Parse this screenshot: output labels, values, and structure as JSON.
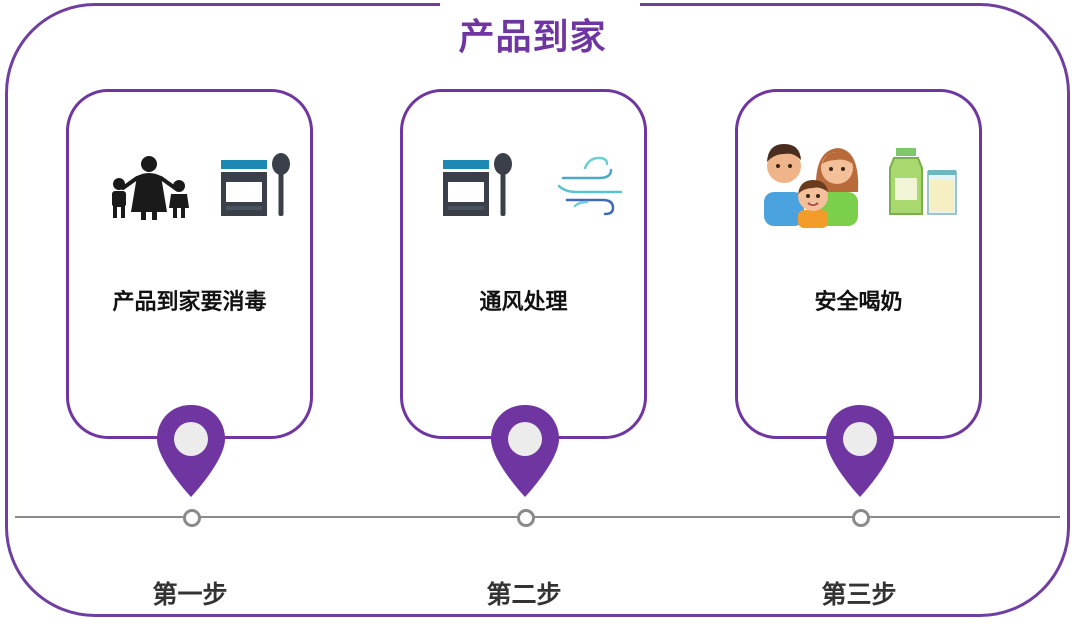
{
  "title": "产品到家",
  "accent_color": "#6f35a0",
  "steps": [
    {
      "label": "第一步",
      "card_text": "产品到家要消毒",
      "icons": [
        "family-icon",
        "milk-powder-can-icon"
      ]
    },
    {
      "label": "第二步",
      "card_text": "通风处理",
      "icons": [
        "milk-powder-can-icon",
        "wind-icon"
      ]
    },
    {
      "label": "第三步",
      "card_text": "安全喝奶",
      "icons": [
        "family-faces-icon",
        "milk-bottle-icon"
      ]
    }
  ]
}
